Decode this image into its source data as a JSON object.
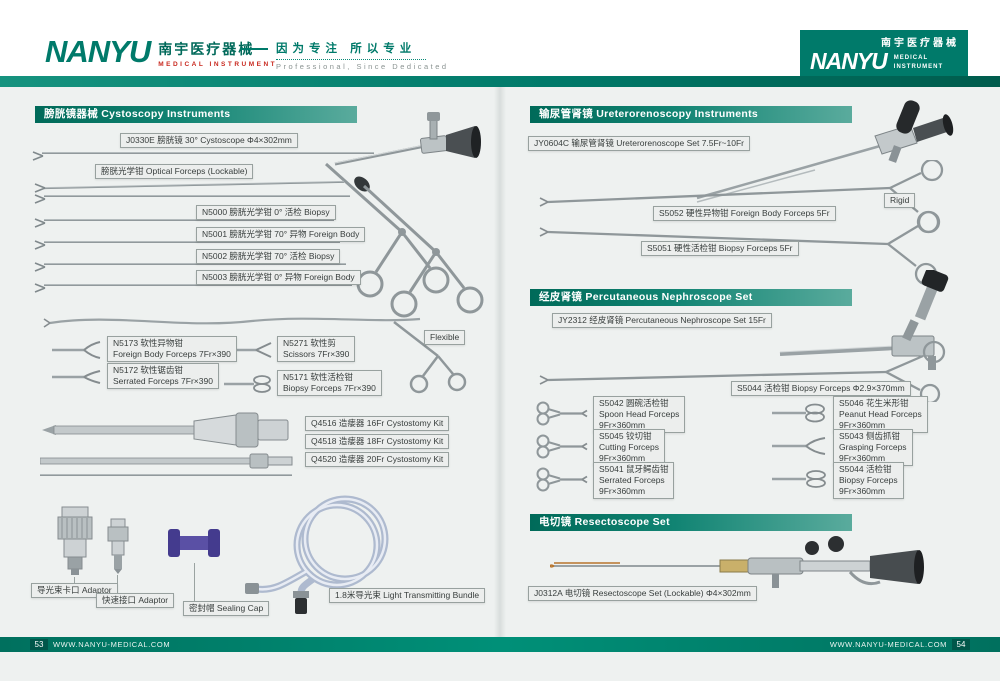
{
  "colors": {
    "teal": "#007a6a",
    "teal_dark": "#00564a",
    "accent_red": "#c8281e",
    "label_bg": "#eceeed",
    "content_bg": "#eef1f0"
  },
  "header": {
    "logo": "NANYU",
    "logo_cn": "南宇医疗器械",
    "logo_sub": "MEDICAL  INSTRUMENT",
    "tagline_cn": "因为专注  所以专业",
    "tagline_en": "Professional, Since Dedicated",
    "brand": {
      "cn": "南宇医疗器械",
      "logo": "NANYU",
      "sub1": "MEDICAL",
      "sub2": "INSTRUMENT"
    }
  },
  "left_page": {
    "section_title": "膀胱镜器械  Cystoscopy Instruments",
    "cystoscope_label": "J0330E 膀胱镜 30°  Cystoscope  Φ4×302mm",
    "optical_label": "膀胱光学钳 Optical Forceps (Lockable)",
    "n5000": "N5000 膀胱光学钳  0°  活检 Biopsy",
    "n5001": "N5001 膀胱光学钳 70°  异物 Foreign Body",
    "n5002": "N5002 膀胱光学钳 70°  活检 Biopsy",
    "n5003": "N5003 膀胱光学钳  0°  异物 Foreign Body",
    "flexible_tag": "Flexible",
    "n5173_l1": "N5173 软性异物钳",
    "n5173_l2": "Foreign Body Forceps 7Fr×390",
    "n5271_l1": "N5271 软性剪",
    "n5271_l2": "Scissors 7Fr×390",
    "n5172_l1": "N5172 软性锯齿钳",
    "n5172_l2": "Serrated Forceps 7Fr×390",
    "n5171_l1": "N5171 软性活检钳",
    "n5171_l2": "Biopsy Forceps 7Fr×390",
    "q4516": "Q4516 造瘘器 16Fr Cystostomy Kit",
    "q4518": "Q4518 造瘘器 18Fr Cystostomy Kit",
    "q4520": "Q4520 造瘘器 20Fr Cystostomy Kit",
    "adaptor1": "导光束卡口 Adaptor",
    "adaptor2": "快速接口 Adaptor",
    "sealing_cap": "密封帽 Sealing Cap",
    "light_bundle": "1.8米导光束  Light Transmitting Bundle"
  },
  "right_page": {
    "section1_title": "输尿管肾镜 Ureterorenoscopy Instruments",
    "jy0604c": "JY0604C 输尿管肾镜 Ureterorenoscope Set 7.5Fr~10Fr",
    "rigid_tag": "Rigid",
    "s5052": "S5052 硬性异物钳 Foreign Body Forceps 5Fr",
    "s5051": "S5051 硬性活检钳 Biopsy Forceps 5Fr",
    "section2_title": "经皮肾镜 Percutaneous Nephroscope Set",
    "jy2312": "JY2312 经皮肾镜 Percutaneous Nephroscope Set 15Fr",
    "s5044_long": "S5044 活检钳 Biopsy Forceps  Φ2.9×370mm",
    "grid": [
      {
        "l1": "S5042 圆碗活检钳",
        "l2": "Spoon Head Forceps",
        "l3": "9Fr×360mm"
      },
      {
        "l1": "S5046 花生米形钳",
        "l2": "Peanut Head Forceps",
        "l3": "9Fr×360mm"
      },
      {
        "l1": "S5045 铰切钳",
        "l2": "Cutting Forceps",
        "l3": "9Fr×360mm"
      },
      {
        "l1": "S5043 侧齿抓钳",
        "l2": "Grasping Forceps",
        "l3": "9Fr×360mm"
      },
      {
        "l1": "S5041 鼠牙鳄齿钳",
        "l2": "Serrated Forceps",
        "l3": "9Fr×360mm"
      },
      {
        "l1": "S5044 活检钳",
        "l2": "Biopsy Forceps",
        "l3": "9Fr×360mm"
      }
    ],
    "section3_title": "电切镜  Resectoscope Set",
    "j0312a": "J0312A 电切镜 Resectoscope Set (Lockable)  Φ4×302mm"
  },
  "footer": {
    "page_left": "53",
    "page_right": "54",
    "site": "WWW.NANYU-MEDICAL.COM"
  }
}
